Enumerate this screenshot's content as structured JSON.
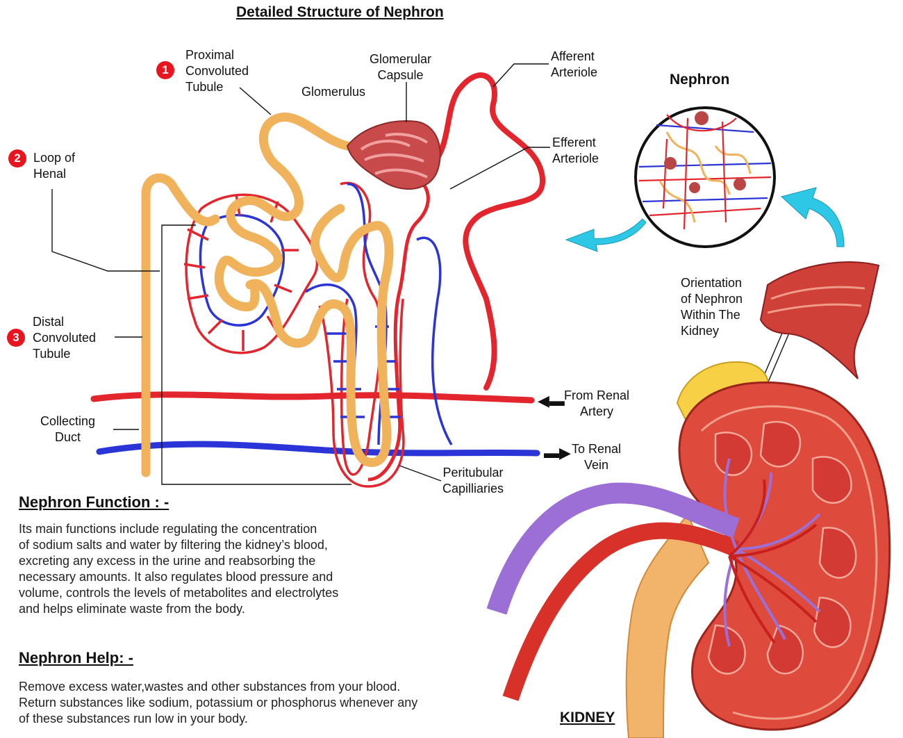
{
  "title": "Detailed Structure of Nephron",
  "badges": {
    "one": "1",
    "two": "2",
    "three": "3"
  },
  "labels": {
    "pct": "Proximal\nConvoluted\nTubule",
    "glomerular_capsule": "Glomerular\nCapsule",
    "glomerulus": "Glomerulus",
    "afferent": "Afferent\nArteriole",
    "efferent": "Efferent\nArteriole",
    "loop": "Loop of\nHenal",
    "dct": "Distal\nConvoluted\nTubule",
    "collecting_duct": "Collecting\nDuct",
    "from_renal_artery": "From Renal\nArtery",
    "to_renal_vein": "To Renal\nVein",
    "peritubular": "Peritubular\nCapilliaries",
    "nephron_inset": "Nephron",
    "orientation": "Orientation\nof Nephron\nWithin The\nKidney",
    "kidney": "KIDNEY"
  },
  "function_section": {
    "heading": "Nephron Function : -",
    "text": "Its main functions include regulating the concentration\nof sodium salts and water by filtering the kidney’s blood,\nexcreting any excess in the urine and reabsorbing the\nnecessary amounts. It also regulates blood pressure and\nvolume, controls the levels of metabolites and electrolytes\nand helps eliminate waste from the body."
  },
  "help_section": {
    "heading": "Nephron Help: -",
    "text": "Remove excess water,wastes and other substances from your blood.\nReturn substances like sodium, potassium or phosphorus whenever any\nof these substances run low in your body."
  },
  "colors": {
    "tubule": "#f0b25a",
    "artery": "#e3262d",
    "vein": "#2b34d6",
    "capsule": "#c84a4a",
    "inset_arrow": "#2ec8e6",
    "kidney_tissue": "#d9403a",
    "ureter": "#f2b36a",
    "renal_vein_purple": "#9b6fd6"
  },
  "icons": [
    "arrow-left-icon",
    "arrow-right-icon",
    "cyan-curved-arrow-icon"
  ]
}
